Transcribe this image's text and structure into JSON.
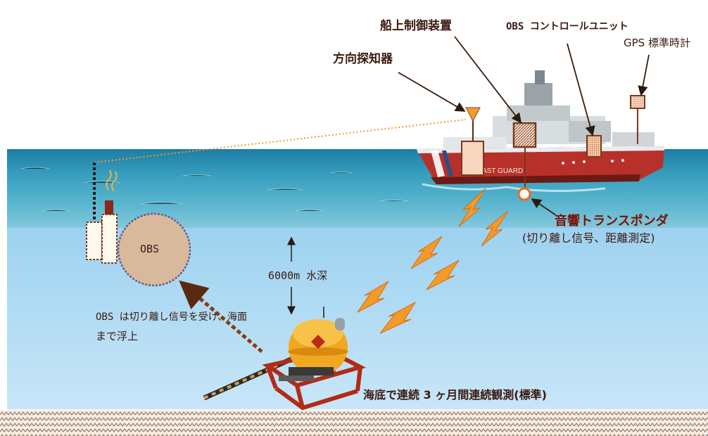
{
  "labels": {
    "direction_finder": "方向探知器",
    "ship_controller": "船上制御装置",
    "obs_control_unit": "OBS コントロールユニット",
    "gps_clock": "GPS 標準時計",
    "acoustic_transponder": "音響トランスポンダ",
    "transponder_note": "(切り離し信号、距離測定)",
    "obs_buoy": "OBS",
    "water_depth": "6000m 水深",
    "surface_note_line1": "OBS は切り離し信号を受け、海面",
    "surface_note_line2": "まで浮上",
    "seafloor_note": "海底で連続 3 ヶ月間連続観測(標準)",
    "ship_hull_text": "COAST GUARD"
  },
  "colors": {
    "sea_surface": "#2a8fb0",
    "deep_water": "#a9d6f2",
    "hull_red": "#b8302a",
    "signal_orange": "#f39a2a",
    "box_brown": "#7a3a1a",
    "seabed": "#a5846a"
  }
}
